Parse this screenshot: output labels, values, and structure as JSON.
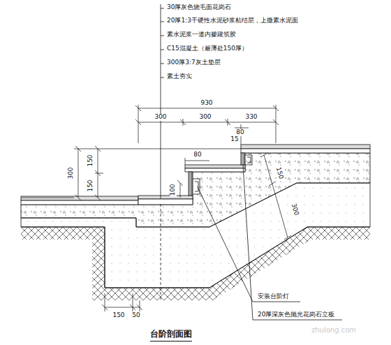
{
  "diagram": {
    "title": "台阶剖面图",
    "labels": [
      "30厚灰色烧毛面花岗石",
      "20厚1:3干硬性水泥砂浆粘结层，上撒素水泥面",
      "素水泥浆一道内掺建筑胶",
      "C15混凝土（最薄处150厚）",
      "300厚3:7灰土垫层",
      "素土夯实",
      "930",
      "300",
      "300",
      "330",
      "80",
      "15",
      "80",
      "300",
      "150",
      "150",
      "100",
      "150",
      "300",
      "安装台阶灯",
      "20厚深灰色抛光花岗石立板",
      "150",
      "50",
      "zhulong.com"
    ]
  }
}
